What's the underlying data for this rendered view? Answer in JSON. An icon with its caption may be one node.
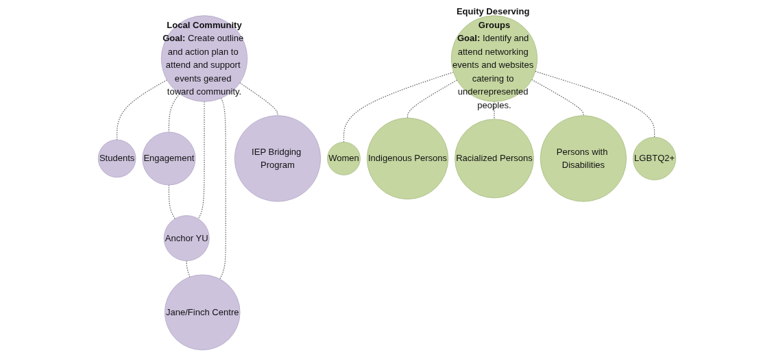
{
  "diagram": {
    "nodes": [
      {
        "text": [
          "Local Community",
          "**Goal:** Create outline and action plan to attend and support events geared toward community."
        ]
      },
      {
        "text": [
          "Students"
        ]
      },
      {
        "text": [
          "Engagement"
        ]
      },
      {
        "text": [
          "Anchor YU"
        ]
      },
      {
        "text": [
          "IEP Bridging Program"
        ]
      },
      {
        "text": [
          "Jane/Finch Centre"
        ]
      },
      {
        "text": [
          "Equity Deserving Groups",
          "**Goal:** Identify and attend networking events and websites catering to underrepresented peoples."
        ]
      },
      {
        "text": [
          "Women"
        ]
      },
      {
        "text": [
          "Indigenous Persons"
        ]
      },
      {
        "text": [
          "Racialized Persons"
        ]
      },
      {
        "text": [
          "LGBTQ2+"
        ]
      },
      {
        "text": [
          "Persons with Disabilities"
        ]
      }
    ],
    "edges": [
      {
        "from": 0,
        "to": 1,
        "arrow": "none",
        "style": "dashed"
      },
      {
        "from": 0,
        "to": 2,
        "arrow": "none",
        "style": "dashed"
      },
      {
        "from": 0,
        "to": 3,
        "arrow": "none",
        "style": "dashed"
      },
      {
        "from": 2,
        "to": 3,
        "arrow": "none",
        "style": "dashed"
      },
      {
        "from": 0,
        "to": 5,
        "arrow": "none",
        "style": "dashed"
      },
      {
        "from": 3,
        "to": 5,
        "arrow": "none",
        "style": "dashed"
      },
      {
        "from": 0,
        "to": 4,
        "arrow": "none",
        "style": "dashed"
      },
      {
        "from": 6,
        "to": 7,
        "arrow": "none",
        "style": "dashed"
      },
      {
        "from": 6,
        "to": 8,
        "arrow": "none",
        "style": "dashed"
      },
      {
        "from": 6,
        "to": 9,
        "arrow": "none",
        "style": "dashed"
      },
      {
        "from": 6,
        "to": 11,
        "arrow": "none",
        "style": "dashed"
      },
      {
        "from": 6,
        "to": 10,
        "arrow": "none",
        "style": "dashed"
      }
    ]
  }
}
